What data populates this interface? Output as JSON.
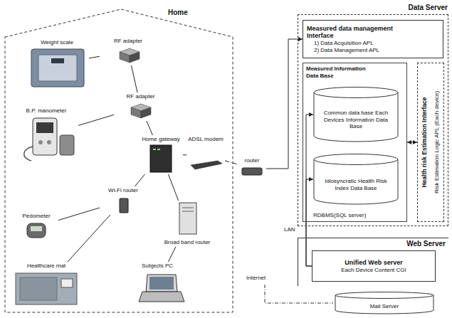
{
  "diagram": {
    "nodes": [
      {
        "text": [
          "Home"
        ]
      },
      {
        "text": [
          "Weight scale"
        ],
        "in": 0
      },
      {
        "text": [
          "RF adapter"
        ],
        "in": 0
      },
      {
        "text": [
          "B.P. manometer"
        ],
        "in": 0
      },
      {
        "text": [
          "RF adapter"
        ],
        "in": 0
      },
      {
        "text": [
          "Home gateway"
        ],
        "in": 0
      },
      {
        "text": [
          "ADSL modem"
        ],
        "in": 0
      },
      {
        "text": [
          "Wi-Fi router"
        ],
        "in": 0
      },
      {
        "text": [
          "Pedometer"
        ],
        "in": 0
      },
      {
        "text": [
          "Broad band router"
        ],
        "in": 0
      },
      {
        "text": [
          "Healthcare mat"
        ],
        "in": 0
      },
      {
        "text": [
          "Subjects PC"
        ],
        "in": 0
      },
      {
        "text": [
          "router"
        ]
      },
      {
        "text": [
          "Data Server"
        ]
      },
      {
        "text": [
          "Measured data management Interface",
          "1) Data Acquisition APL",
          "2) Data Management APL"
        ],
        "in": 13
      },
      {
        "text": [
          "Measured Information Data Base",
          "RDBMS(SQL server)"
        ],
        "in": 13
      },
      {
        "text": [
          "Common data base Each Devices Information Data Base"
        ],
        "in": 15
      },
      {
        "text": [
          "Idiosyncratic Health Risk Index Data Base"
        ],
        "in": 15
      },
      {
        "text": [
          "Health risk Estimation Interface",
          "Risk Estimation Logic APL (Each device)"
        ],
        "in": 13
      },
      {
        "text": [
          "Web Server"
        ]
      },
      {
        "text": [
          "Unified Web server",
          "Each Device Content CGI"
        ],
        "in": 19
      },
      {
        "text": [
          "Mail Server"
        ]
      }
    ],
    "edges": [
      {
        "from": 1,
        "to": 2,
        "arrow": "none"
      },
      {
        "from": 2,
        "to": 4,
        "arrow": "none"
      },
      {
        "from": 3,
        "to": 4,
        "arrow": "none"
      },
      {
        "from": 4,
        "to": 5,
        "arrow": "none"
      },
      {
        "from": 5,
        "to": 6,
        "arrow": "none"
      },
      {
        "from": 6,
        "to": 12,
        "arrow": "none"
      },
      {
        "from": 12,
        "to": 14,
        "arrow": "to"
      },
      {
        "from": 5,
        "to": 7,
        "arrow": "none"
      },
      {
        "from": 7,
        "to": 8,
        "arrow": "none"
      },
      {
        "from": 7,
        "to": 10,
        "arrow": "none"
      },
      {
        "from": 5,
        "to": 9,
        "arrow": "none"
      },
      {
        "from": 9,
        "to": 11,
        "arrow": "none"
      },
      {
        "from": 15,
        "to": 18,
        "arrow": "both"
      },
      {
        "from": 20,
        "to": 16,
        "arrow": "to"
      },
      {
        "from": 20,
        "to": 17,
        "arrow": "to"
      }
    ],
    "labels": [
      "LAN",
      "Internet"
    ]
  }
}
